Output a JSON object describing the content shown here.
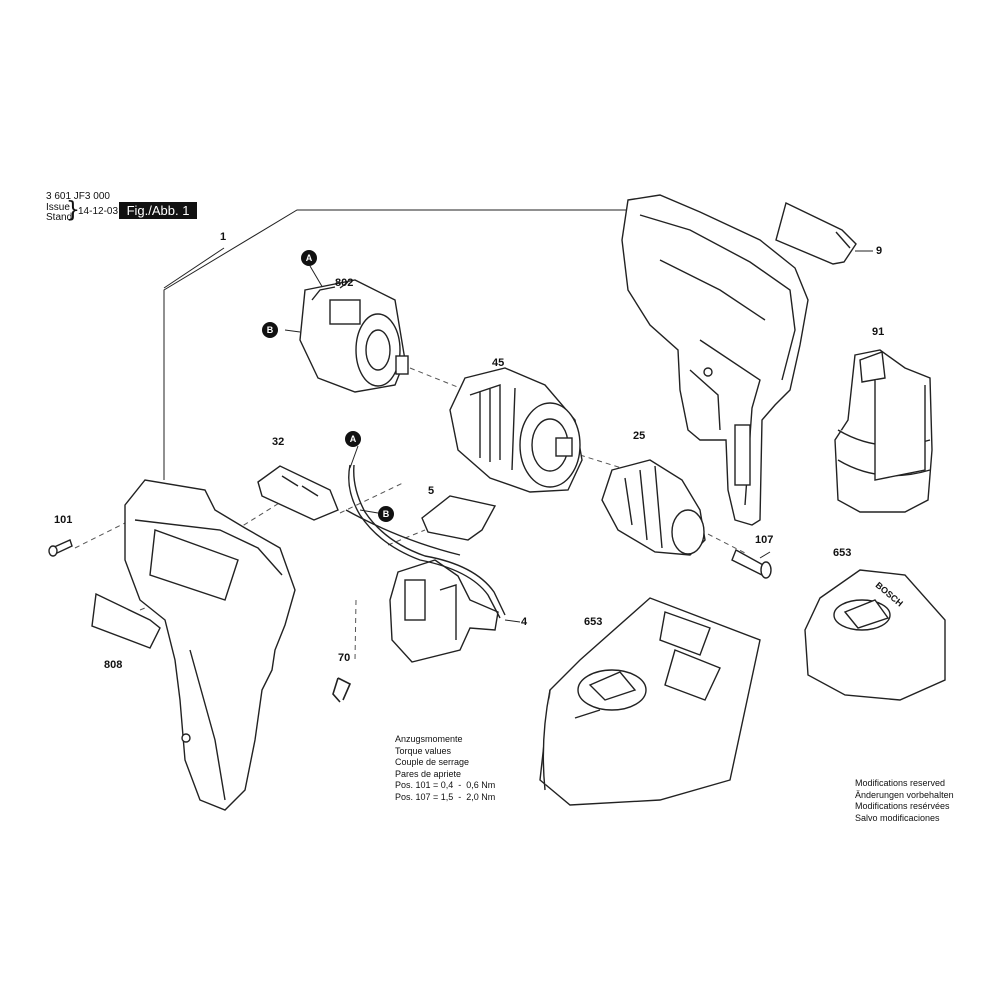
{
  "header": {
    "part_number": "3 601 JF3 000",
    "issue_label": "Issue",
    "stand_label": "Stand",
    "date": "14-12-03",
    "figure_label": "Fig./Abb. 1"
  },
  "callouts": {
    "p1": "1",
    "p802": "802",
    "p45": "45",
    "p9": "9",
    "p91": "91",
    "p25": "25",
    "p32": "32",
    "p5": "5",
    "p4": "4",
    "p101": "101",
    "p808": "808",
    "p70": "70",
    "p107": "107",
    "p653a": "653",
    "p653b": "653",
    "markerA1": "A",
    "markerB1": "B",
    "markerA2": "A",
    "markerB2": "B"
  },
  "torque_note": {
    "lines": [
      "Anzugsmomente",
      "Torque values",
      "Couple de serrage",
      "Pares de apriete"
    ],
    "pos101": "Pos. 101 = 0,4  -  0,6 Nm",
    "pos107": "Pos. 107 = 1,5  -  2,0 Nm"
  },
  "modifications_note": {
    "lines": [
      "Modifications reserved",
      "Änderungen vorbehalten",
      "Modifications resérvées",
      "Salvo modificaciones"
    ]
  },
  "charger_brand": "BOSCH"
}
